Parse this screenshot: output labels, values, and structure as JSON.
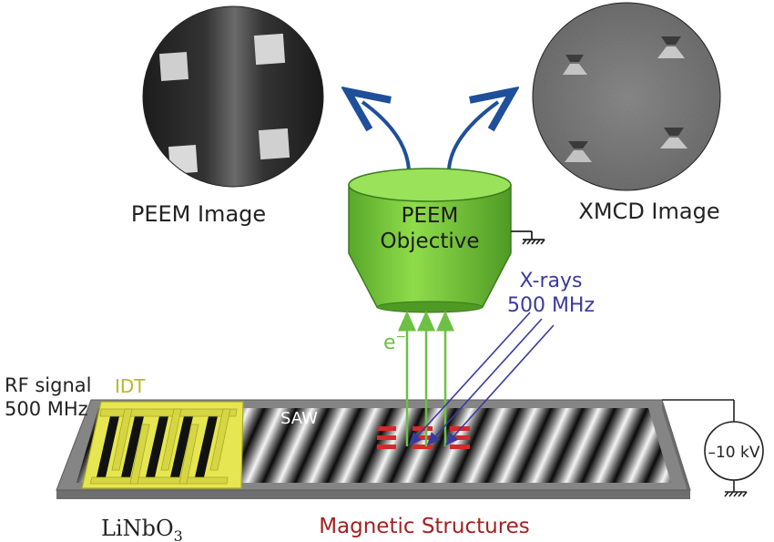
{
  "peem_image": {
    "caption": "PEEM Image"
  },
  "xmcd_image": {
    "caption": "XMCD Image"
  },
  "objective": {
    "line1": "PEEM",
    "line2": "Objective"
  },
  "xrays": {
    "label": "X-rays",
    "freq": "500 MHz"
  },
  "electron": {
    "label": "e",
    "sup": "−"
  },
  "rf": {
    "line1": "RF signal",
    "line2": "500 MHz"
  },
  "idt": {
    "label": "IDT"
  },
  "saw": {
    "label": "SAW"
  },
  "voltage": {
    "label": "–10 kV"
  },
  "substrate": {
    "label": "LiNbO",
    "sub": "3"
  },
  "magnetic": {
    "label": "Magnetic Structures"
  },
  "colors": {
    "idt": "#b8b82a",
    "idt_fill": "#e8e85a",
    "objective": "#7ecf3a",
    "electron": "#6cc144",
    "xray": "#3a3a9e",
    "arrow_blue": "#1f4f9a",
    "magnetic": "#a52020",
    "magnets": "#d42a2a"
  }
}
